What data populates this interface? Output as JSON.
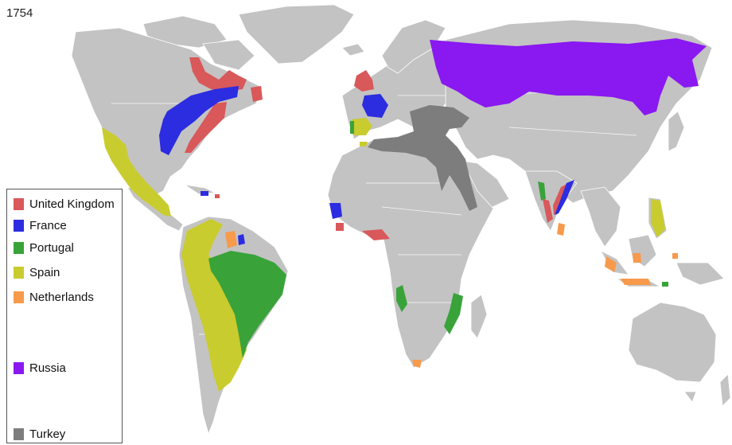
{
  "year": "1754",
  "colors": {
    "land": "#c3c3c3",
    "united_kingdom": "#d9585a",
    "france": "#2c2ce0",
    "portugal": "#39a33a",
    "spain": "#c9cc2e",
    "netherlands": "#f79a4b",
    "russia": "#8a18f0",
    "turkey": "#7d7d7d"
  },
  "legend": [
    {
      "label": "United Kingdom",
      "color": "#d9585a",
      "key": "united-kingdom"
    },
    {
      "label": "France",
      "color": "#2c2ce0",
      "key": "france"
    },
    {
      "label": "Portugal",
      "color": "#39a33a",
      "key": "portugal"
    },
    {
      "label": "Spain",
      "color": "#c9cc2e",
      "key": "spain"
    },
    {
      "label": "Netherlands",
      "color": "#f79a4b",
      "key": "netherlands"
    },
    {
      "label": "Russia",
      "color": "#8a18f0",
      "key": "russia"
    },
    {
      "label": "Turkey",
      "color": "#7d7d7d",
      "key": "turkey"
    }
  ]
}
